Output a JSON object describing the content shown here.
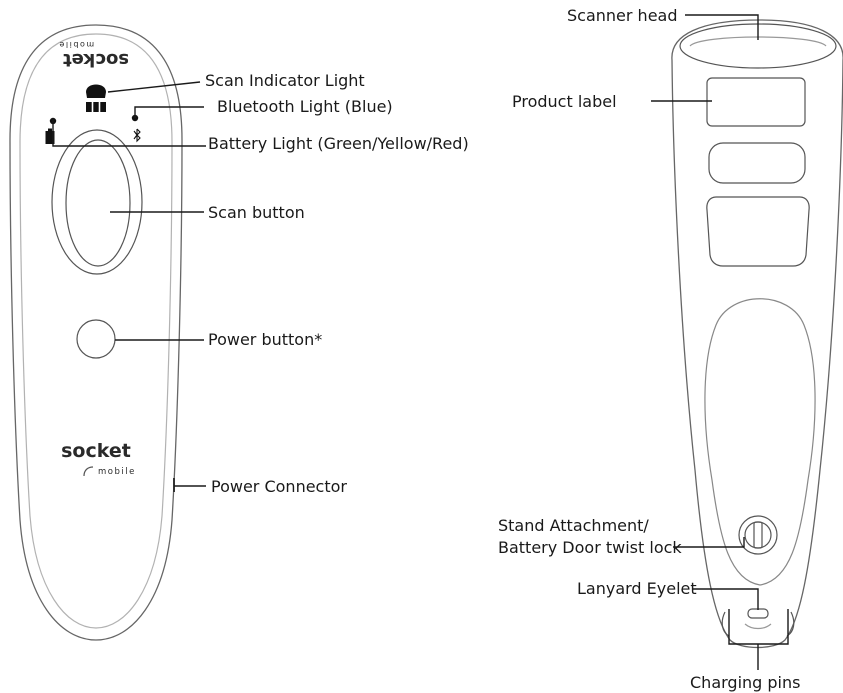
{
  "front_scanner": {
    "brand_top_flipped": {
      "word": "socket",
      "sub": "mobile"
    },
    "brand_bottom": {
      "word": "socket",
      "sub": "mobile"
    },
    "callouts": {
      "scan_indicator_light": "Scan Indicator Light",
      "bluetooth_light": "Bluetooth Light (Blue)",
      "battery_light": "Battery Light (Green/Yellow/Red)",
      "scan_button": "Scan button",
      "power_button": "Power button*",
      "power_connector": "Power Connector"
    }
  },
  "back_scanner": {
    "callouts": {
      "scanner_head": "Scanner head",
      "product_label": "Product label",
      "stand_attachment_line1": "Stand Attachment/",
      "stand_attachment_line2": "Battery Door twist lock",
      "lanyard_eyelet": "Lanyard Eyelet",
      "charging_pins": "Charging pins"
    }
  },
  "icons": [
    "bluetooth-icon",
    "battery-icon",
    "scan-indicator-icon"
  ]
}
